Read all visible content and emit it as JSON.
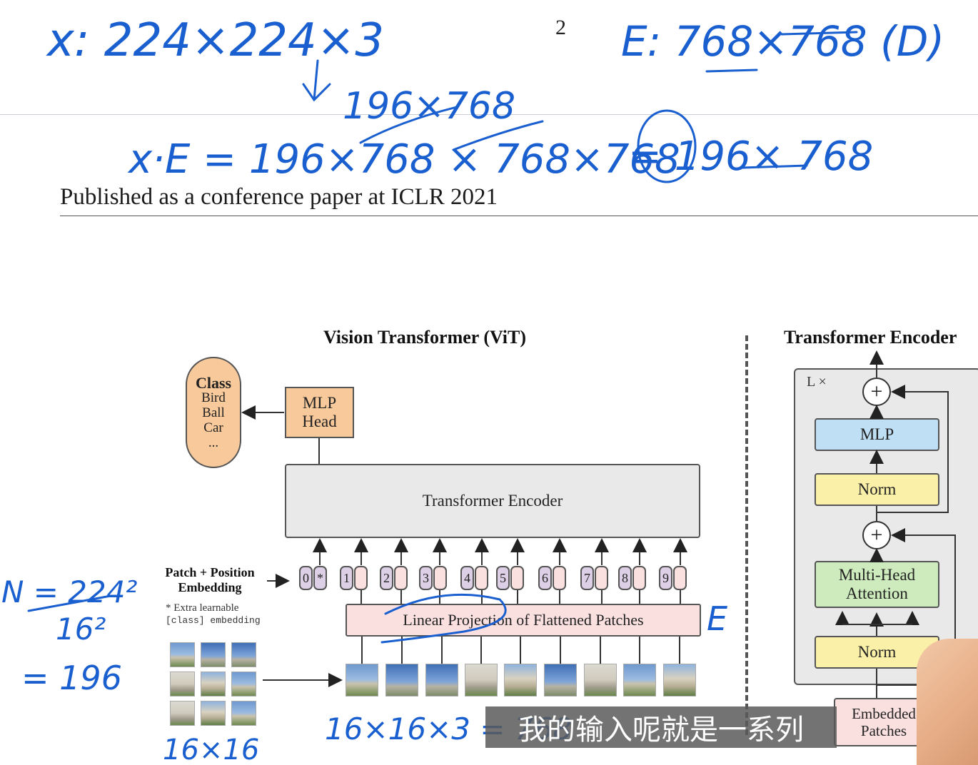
{
  "page_number": "2",
  "header": "Published as a conference paper at ICLR 2021",
  "vit": {
    "title": "Vision Transformer (ViT)",
    "class_box": {
      "title": "Class",
      "items": [
        "Bird",
        "Ball",
        "Car",
        "..."
      ]
    },
    "mlp_head": [
      "MLP",
      "Head"
    ],
    "transformer_encoder": "Transformer Encoder",
    "tokens": [
      "0",
      "*",
      "1",
      "2",
      "3",
      "4",
      "5",
      "6",
      "7",
      "8",
      "9"
    ],
    "patch_label": [
      "Patch + Position",
      "Embedding"
    ],
    "extra_note": [
      "* Extra learnable",
      "[class] embedding"
    ],
    "linear_projection": "Linear Projection of Flattened Patches"
  },
  "encoder": {
    "title": "Transformer Encoder",
    "repeat_label": "L ×",
    "plus": "+",
    "mlp": "MLP",
    "norm": "Norm",
    "mha": [
      "Multi-Head",
      "Attention"
    ],
    "embedded": [
      "Embedded",
      "Patches"
    ]
  },
  "annotations": {
    "line1": "x: 224×224×3",
    "line1_right": "E: 768×768 (D)",
    "line2": "196×768",
    "line3": "x·E = 196×768 × 768×768",
    "line3_right": "= 196× 768",
    "left_top": "N = 224²",
    "left_bottom": "16²",
    "left_result": "= 196",
    "grid_label": "16×16",
    "patch_calc": "16×16×3 = 768",
    "e_mark": "E"
  },
  "subtitle": "我的输入呢就是一系列",
  "colors": {
    "ink": "#1a5fcf",
    "orange": "#f8c99a",
    "pink": "#fbe0e0",
    "purple": "#ddd0e6",
    "blue": "#bfe0f4",
    "yellow": "#fbf0a8",
    "green": "#cdebbd",
    "gray": "#e9e9ea"
  }
}
